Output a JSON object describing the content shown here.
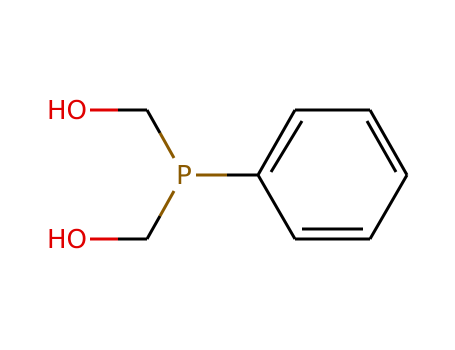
{
  "colors": {
    "oxygen": "#e00000",
    "phosphorus": "#8b5a00",
    "carbon": "#000000",
    "background": "#ffffff"
  },
  "atoms": {
    "hydroxyl_top": "HO",
    "hydroxyl_bottom": "HO",
    "phosphorus": "P"
  }
}
